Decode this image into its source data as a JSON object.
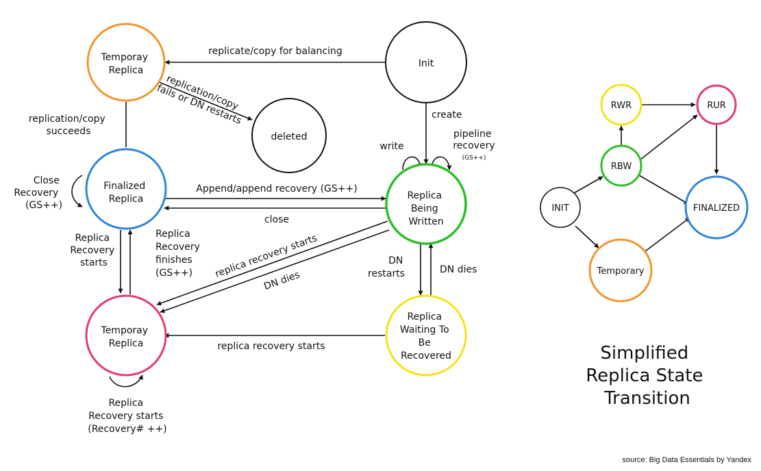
{
  "colors": {
    "orange": "#F0962B",
    "blue": "#2F86D6",
    "pink": "#E23C6E",
    "green": "#2DBE24",
    "yellow": "#F2E41A",
    "black": "#111111"
  },
  "main_diagram": {
    "nodes": {
      "temporary_top": [
        "Temporay",
        "Replica"
      ],
      "init": [
        "Init"
      ],
      "deleted": [
        "deleted"
      ],
      "finalized": [
        "Finalized",
        "Replica"
      ],
      "rbw": [
        "Replica",
        "Being",
        "Written"
      ],
      "temporary_bottom": [
        "Temporay",
        "Replica"
      ],
      "rwr": [
        "Replica",
        "Waiting To",
        "Be",
        "Recovered"
      ]
    },
    "edges": {
      "init_to_temp": "replicate/copy for balancing",
      "temp_to_deleted": [
        "replication/copy",
        "fails or DN restarts"
      ],
      "temp_to_final": [
        "replication/copy",
        "succeeds"
      ],
      "init_to_rbw": "create",
      "rbw_write": "write",
      "rbw_pipeline": [
        "pipeline",
        "recovery"
      ],
      "rbw_pipeline_gs": "(GS++)",
      "final_self": [
        "Close",
        "Recovery",
        "(GS++)"
      ],
      "final_to_rbw": "Append/append recovery (GS++)",
      "rbw_to_final": "close",
      "final_to_tempb": [
        "Replica",
        "Recovery",
        "starts"
      ],
      "tempb_to_final": [
        "Replica",
        "Recovery",
        "finishes",
        "(GS++)"
      ],
      "rbw_to_tempb": "replica recovery starts",
      "tempb_dn_dies": "DN dies",
      "rbw_to_rwr": [
        "DN",
        "restarts"
      ],
      "rwr_to_rbw": "DN dies",
      "rwr_to_tempb": "replica recovery starts",
      "tempb_self": [
        "Replica",
        "Recovery starts",
        "(Recovery# ++)"
      ]
    }
  },
  "simplified_diagram": {
    "nodes": {
      "rwr": "RWR",
      "rur": "RUR",
      "rbw": "RBW",
      "init": "INIT",
      "finalized": "FINALIZED",
      "temporary": "Temporary"
    },
    "title": [
      "Simplified",
      "Replica State",
      "Transition"
    ]
  },
  "source": "source: Big Data Essentials by Yandex"
}
